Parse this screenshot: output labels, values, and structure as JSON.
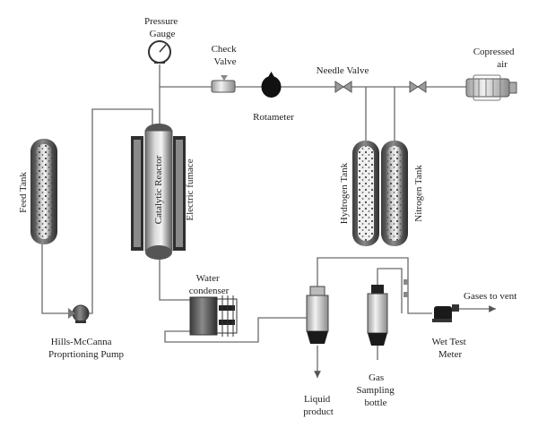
{
  "labels": {
    "pressure_gauge": [
      "Pressure",
      "Gauge"
    ],
    "check_valve": [
      "Check",
      "Valve"
    ],
    "needle_valve": "Needle Valve",
    "compressed_air": [
      "Copressed",
      "air"
    ],
    "rotameter": "Rotameter",
    "feed_tank": "Feed Tank",
    "catalytic_reactor": "Catalytic Reactor",
    "electric_furnace": "Electric fumace",
    "hydrogen_tank": "Hydrogen Tank",
    "nitrogen_tank": "Nitrogen Tank",
    "water_condenser": [
      "Water",
      "condenser"
    ],
    "pump": [
      "Hills-McCanna",
      "Proprtioning Pump"
    ],
    "gases_to_vent": "Gases to vent",
    "wet_test_meter": [
      "Wet Test",
      "Meter"
    ],
    "liquid_product": [
      "Liquid",
      "product"
    ],
    "gas_sampling_bottle": [
      "Gas",
      "Sampling",
      "bottle"
    ]
  }
}
